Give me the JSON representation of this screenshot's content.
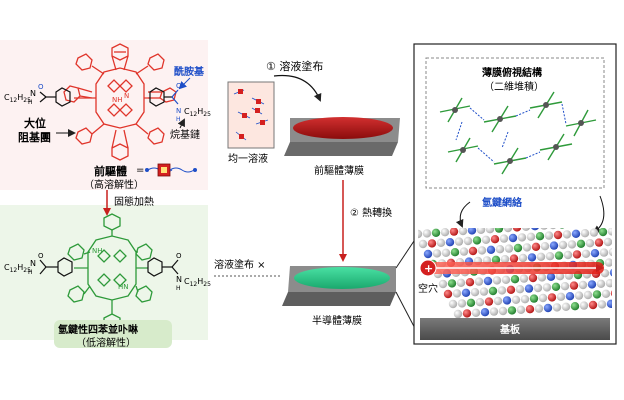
{
  "left_top": {
    "amide_label": "酰胺基",
    "c12_top_left": "C",
    "c12_top_left_sub": "12",
    "h25_top_left": "H",
    "h25_top_left_sub": "25",
    "c12_top_right": "C",
    "c12_top_right_sub": "12",
    "h25_top_right": "H",
    "h25_top_right_sub": "25",
    "bulky_group_line1": "大位",
    "bulky_group_line2": "阻基團",
    "alkyl_chain_label": "烷基鏈",
    "precursor_line1": "前驅體",
    "precursor_line2": "（高溶解性）"
  },
  "left_bottom": {
    "c12_bottom_left": "C",
    "c12_bottom_left_sub": "12",
    "h25_bottom_left": "H",
    "h25_bottom_left_sub": "25",
    "c12_bottom_right": "C",
    "c12_bottom_right_sub": "12",
    "h25_bottom_right": "H",
    "h25_bottom_right_sub": "25",
    "product_line1": "氫鍵性四苯並卟啉",
    "product_line2": "（低溶解性）"
  },
  "solid_heating_label": "固態加熱",
  "step1_label": "① 溶液塗布",
  "uniform_solution_label": "均一溶液",
  "precursor_film_label": "前驅體薄膜",
  "step2_label": "② 熱轉換",
  "solution_coating_fail_label": "溶液塗布 ×",
  "semiconductor_film_label": "半導體薄膜",
  "right_panel": {
    "top_view_line1": "薄膜俯視結構",
    "top_view_line2": "（二維堆積）",
    "hbond_network_label": "氫鍵網絡",
    "hole_symbol": "+",
    "hole_label": "空穴",
    "substrate_label": "基板"
  },
  "colors": {
    "precursor_red": "#e0352b",
    "product_green": "#2e9a3a",
    "amide_blue": "#1f4fc8",
    "arrow_red": "#c8201e",
    "bg_top_left": "#fdf2f2",
    "bg_bottom_left": "#edf6e9",
    "semiconductor_film": "#2fcf8e",
    "precursor_film": "#b81818"
  }
}
